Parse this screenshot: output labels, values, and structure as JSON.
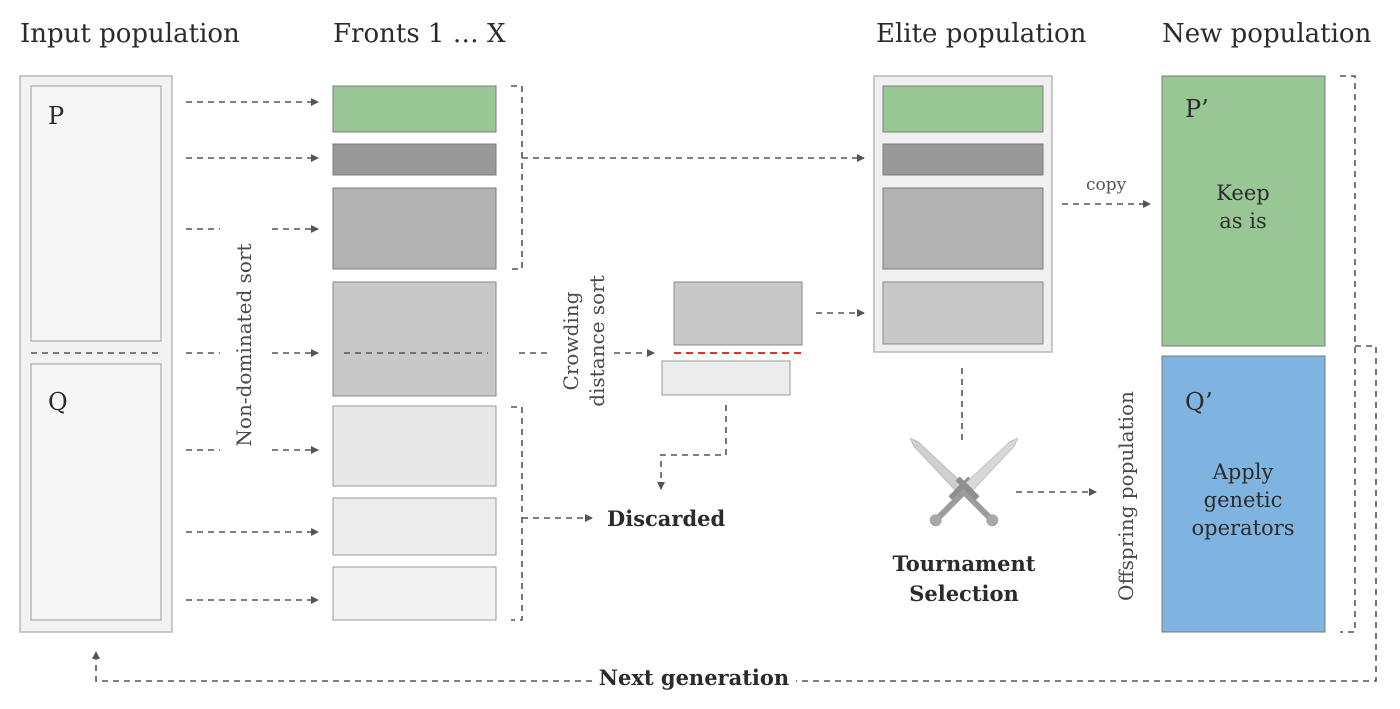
{
  "headers": {
    "input": "Input population",
    "fronts": "Fronts 1 … X",
    "elite": "Elite population",
    "new": "New population"
  },
  "input_population": {
    "p_label": "P",
    "q_label": "Q"
  },
  "labels": {
    "non_dominated_sort": "Non-dominated sort",
    "crowding_line1": "Crowding",
    "crowding_line2": "distance sort",
    "discarded": "Discarded",
    "copy": "copy",
    "tournament_line1": "Tournament",
    "tournament_line2": "Selection",
    "offspring": "Offspring population",
    "next_generation": "Next generation"
  },
  "new_population": {
    "p_label": "P’",
    "p_text_line1": "Keep",
    "p_text_line2": "as is",
    "q_label": "Q’",
    "q_text_line1": "Apply",
    "q_text_line2": "genetic",
    "q_text_line3": "operators"
  },
  "colors": {
    "green": "#98c695",
    "blue": "#7fb3e0",
    "dark_gray": "#999999",
    "mid_gray": "#b2b2b2",
    "light_gray": "#c8c8c8",
    "pale_gray": "#e8e8e8",
    "paler_gray": "#ededed",
    "palest_gray": "#f3f3f3",
    "discard_line": "#e03030"
  },
  "icons": {
    "tournament": "crossed-swords-icon"
  }
}
